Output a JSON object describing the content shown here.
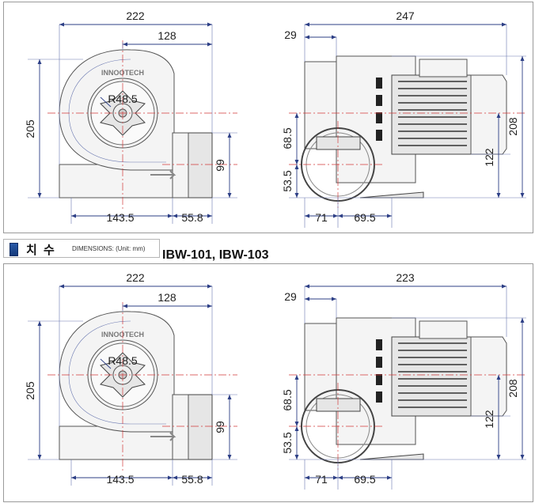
{
  "header": {
    "title": "치 수",
    "subtitle": "DIMENSIONS: (Unit: mm)",
    "models": "IBW-101, IBW-103"
  },
  "colors": {
    "dimension_line": "#2d3f86",
    "center_line": "#d23a3a",
    "icon_blue": "#2a5aa8"
  },
  "top_front": {
    "width": "222",
    "half": "128",
    "height": "205",
    "radius": "R48.5",
    "base_left": "143.5",
    "base_right": "55.8",
    "outlet": "99"
  },
  "top_side": {
    "width": "247",
    "offset": "29",
    "height": "208",
    "h1": "68.5",
    "h2": "53.5",
    "h3": "122",
    "b1": "71",
    "b2": "69.5"
  },
  "bottom_front": {
    "width": "222",
    "half": "128",
    "height": "205",
    "radius": "R48.5",
    "base_left": "143.5",
    "base_right": "55.8",
    "outlet": "99"
  },
  "bottom_side": {
    "width": "223",
    "offset": "29",
    "height": "208",
    "h1": "68.5",
    "h2": "53.5",
    "h3": "122",
    "b1": "71",
    "b2": "69.5"
  },
  "logo_text": "INNOOTECH"
}
